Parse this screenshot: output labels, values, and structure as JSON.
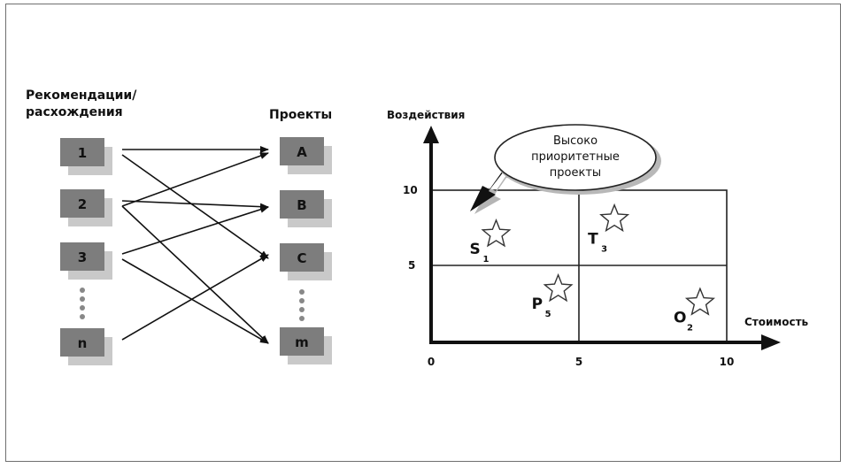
{
  "left_diagram": {
    "source_title_line1": "Рекомендации/",
    "source_title_line2": "расхождения",
    "target_title": "Проекты",
    "sources": [
      "1",
      "2",
      "3",
      "n"
    ],
    "targets": [
      "A",
      "B",
      "C",
      "m"
    ],
    "links": [
      [
        0,
        0
      ],
      [
        0,
        2
      ],
      [
        1,
        1
      ],
      [
        1,
        3
      ],
      [
        2,
        1
      ],
      [
        2,
        3
      ],
      [
        3,
        2
      ],
      [
        1,
        0
      ]
    ]
  },
  "matrix": {
    "y_axis_label": "Воздействия",
    "x_axis_label": "Стоимость",
    "x_ticks": [
      "0",
      "5",
      "10"
    ],
    "y_ticks": [
      "5",
      "10"
    ],
    "callout_line1": "Высоко",
    "callout_line2": "приоритетные",
    "callout_line3": "проекты",
    "points": [
      {
        "letter": "S",
        "sub": "1",
        "x": 2.2,
        "y": 7.1
      },
      {
        "letter": "T",
        "sub": "3",
        "x": 6.2,
        "y": 8.1
      },
      {
        "letter": "P",
        "sub": "5",
        "x": 4.3,
        "y": 3.5
      },
      {
        "letter": "O",
        "sub": "2",
        "x": 9.1,
        "y": 2.6
      }
    ]
  }
}
